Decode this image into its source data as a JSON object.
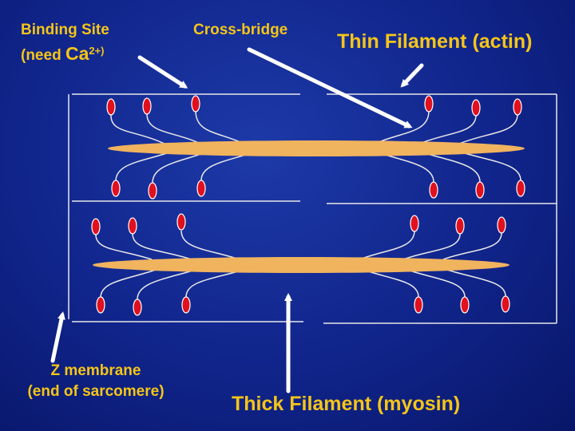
{
  "labels": {
    "binding_site_line1": "Binding Site",
    "binding_site_prefix": "(need ",
    "binding_site_ca": "Ca",
    "binding_site_charge": "2+)",
    "cross_bridge": "Cross-bridge",
    "thin_filament": "Thin Filament (actin)",
    "z_membrane_line1": "Z membrane",
    "z_membrane_line2": "(end of sarcomere)",
    "thick_filament": "Thick Filament (myosin)"
  },
  "colors": {
    "background": "#10248a",
    "label_text": "#f5c518",
    "thick_filament": "#f0b35e",
    "myosin_head": "#e0101e",
    "lines": "#e8e8e8",
    "arrows": "#ffffff"
  }
}
